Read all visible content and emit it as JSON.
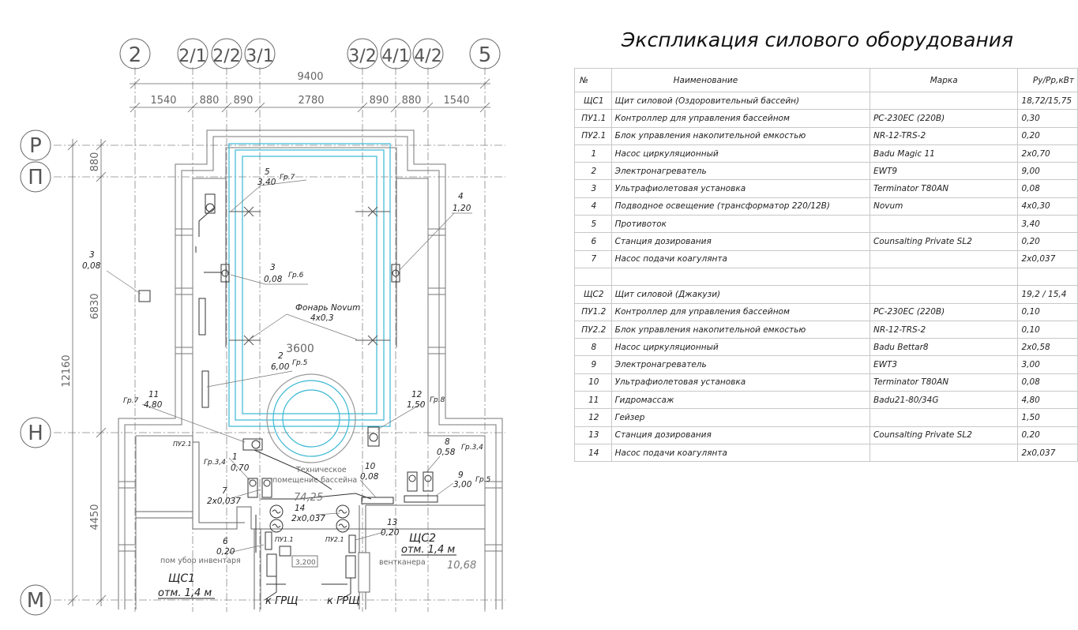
{
  "plan": {
    "axes_top": [
      "2",
      "2/1",
      "2/2",
      "3/1",
      "3/2",
      "4/1",
      "4/2",
      "5"
    ],
    "axes_left": [
      "Р",
      "П",
      "Н",
      "М"
    ],
    "overall_dim": "9400",
    "dims_top": [
      "1540",
      "880",
      "890",
      "2780",
      "890",
      "880",
      "1540"
    ],
    "dims_left": [
      "880",
      "6830",
      "12160",
      "4450"
    ],
    "pool_dim": "3600",
    "level_mark": "74,25",
    "room_label_tech_1": "Техническое",
    "room_label_tech_2": "помещение бассейна",
    "room_label_storage": "пом убор инвентаря",
    "room_label_vent": "вентканера",
    "area_value": "10,68",
    "level_tag": "3,200",
    "panel_1": "ЩС1",
    "panel_1_mark": "отм. 1,4 м",
    "panel_2": "ЩС2",
    "panel_2_mark": "отм. 1,4 м",
    "to_main_1": "к ГРЩ",
    "to_main_2": "к ГРЩ",
    "lamp_label_1": "Фонарь Novum",
    "lamp_label_2": "4х0,3",
    "label_pu11": "ПУ1.1",
    "label_pu21_a": "ПУ2.1",
    "label_pu21_b": "ПУ2.1",
    "leader_5_num": "5",
    "leader_5_val": "3,40",
    "leader_5_grp": "Гр.7",
    "leader_4_num": "4",
    "leader_4_val": "1,20",
    "leader_3a_num": "3",
    "leader_3a_val": "0,08",
    "leader_3b_num": "3",
    "leader_3b_val": "0,08",
    "leader_3b_grp": "Гр.6",
    "leader_2_num": "2",
    "leader_2_val": "6,00",
    "leader_2_grp": "Гр.5",
    "leader_11_num": "11",
    "leader_11_val": "4,80",
    "leader_11_grp": "Гр.7",
    "leader_12_num": "12",
    "leader_12_val": "1,50",
    "leader_12_grp": "Гр.8",
    "leader_1_num": "1",
    "leader_1_val": "0,70",
    "leader_1_grp": "Гр.3,4",
    "leader_10_num": "10",
    "leader_10_val": "0,08",
    "leader_8_num": "8",
    "leader_8_val": "0,58",
    "leader_8_grp": "Гр.3,4",
    "leader_9_num": "9",
    "leader_9_val": "3,00",
    "leader_9_grp": "Гр.5",
    "leader_7_num": "7",
    "leader_7_val": "2х0,037",
    "leader_14_num": "14",
    "leader_14_val": "2х0,037",
    "leader_13_num": "13",
    "leader_13_val": "0,20",
    "leader_6_num": "6",
    "leader_6_val": "0,20",
    "colors": {
      "line": "#555555",
      "pool": "#3ab8d4",
      "text": "#222222"
    }
  },
  "spec": {
    "title": "Экспликация силового оборудования",
    "headers": [
      "№",
      "Наименование",
      "Марка",
      "Ру/Рр,кВт"
    ],
    "rows": [
      [
        "ЩС1",
        "Щит силовой (Оздоровительный бассейн)",
        "",
        "18,72/15,75"
      ],
      [
        "ПУ1.1",
        "Контроллер для управления бассейном",
        "PC-230EC (220В)",
        "0,30"
      ],
      [
        "ПУ2.1",
        "Блок управления накопительной емкостью",
        " NR-12-TRS-2",
        "0,20"
      ],
      [
        "1",
        "Насос циркуляционный",
        "Badu Magic 11",
        "2х0,70"
      ],
      [
        "2",
        "Электронагреватель",
        "EWT9",
        "9,00"
      ],
      [
        "3",
        "Ультрафиолетовая установка",
        "Terminator T80AN",
        "0,08"
      ],
      [
        "4",
        "Подводное освещение (трансформатор 220/12В)",
        "Novum",
        "4х0,30"
      ],
      [
        "5",
        "Противоток",
        "",
        "3,40"
      ],
      [
        "6",
        "Станция дозирования",
        "Counsalting Private SL2",
        "0,20"
      ],
      [
        "7",
        "Насос подачи коагулянта",
        "",
        "2х0,037"
      ],
      [
        "",
        "",
        "",
        ""
      ],
      [
        "ЩС2",
        "Щит силовой (Джакузи)",
        "",
        "19,2 / 15,4"
      ],
      [
        "ПУ1.2",
        "Контроллер для управления бассейном",
        "PC-230EC (220В)",
        "0,10"
      ],
      [
        "ПУ2.2",
        "Блок управления накопительной емкостью",
        " NR-12-TRS-2",
        "0,10"
      ],
      [
        "8",
        "Насос циркуляционный",
        "Badu Bettar8",
        "2х0,58"
      ],
      [
        "9",
        "Электронагреватель",
        "EWT3",
        "3,00"
      ],
      [
        "10",
        "Ультрафиолетовая установка",
        "Terminator T80AN",
        "0,08"
      ],
      [
        "11",
        "Гидромассаж",
        "Badu21-80/34G",
        "4,80"
      ],
      [
        "12",
        "Гейзер",
        "",
        "1,50"
      ],
      [
        "13",
        "Станция дозирования",
        "Counsalting Private SL2",
        "0,20"
      ],
      [
        "14",
        "Насос подачи коагулянта",
        "",
        "2х0,037"
      ]
    ]
  }
}
